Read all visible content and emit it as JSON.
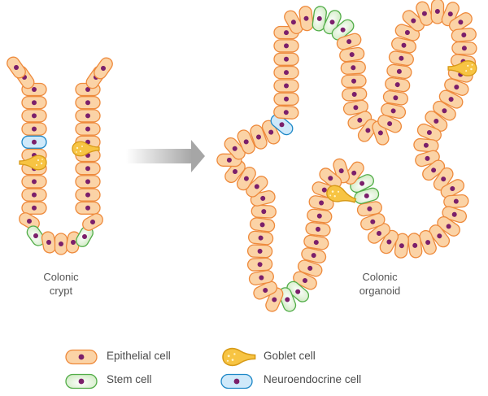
{
  "labels": {
    "crypt": [
      "Colonic",
      "crypt"
    ],
    "organoid": [
      "Colonic",
      "organoid"
    ]
  },
  "legend": [
    {
      "key": "epithelial",
      "label": "Epithelial cell"
    },
    {
      "key": "goblet",
      "label": "Goblet cell"
    },
    {
      "key": "stem",
      "label": "Stem cell"
    },
    {
      "key": "neuro",
      "label": "Neuroendocrine cell"
    }
  ],
  "colors": {
    "epithelial_fill": "#fbd3a6",
    "epithelial_stroke": "#ee8a3c",
    "nucleus": "#7b1f6b",
    "stem_fill": "#d9efcf",
    "stem_stroke": "#52ad48",
    "neuro_fill": "#cfe9fa",
    "neuro_stroke": "#1e88c7",
    "goblet_fill": "#f7c443",
    "goblet_stroke": "#d79a17",
    "arrow": "#a6a6a6"
  }
}
